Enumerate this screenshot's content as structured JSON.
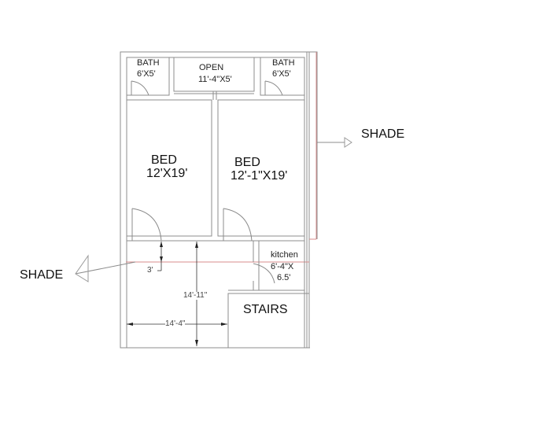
{
  "plan": {
    "rooms": {
      "bath_left": {
        "name": "BATH",
        "size": "6'X5'"
      },
      "open": {
        "name": "OPEN",
        "size": "11'-4\"X5'"
      },
      "bath_right": {
        "name": "BATH",
        "size": "6'X5'"
      },
      "bed_left": {
        "name": "BED",
        "size": "12'X19'"
      },
      "bed_right": {
        "name": "BED",
        "size": "12'-1\"X19'"
      },
      "kitchen": {
        "name": "kitchen",
        "size_line1": "6'-4\"X",
        "size_line2": "6.5'"
      },
      "stairs": {
        "name": "STAIRS"
      }
    },
    "annotations": {
      "shade_right": "SHADE",
      "shade_left": "SHADE"
    },
    "dimensions": {
      "door_gap": "3'",
      "hall_depth": "14'-11\"",
      "hall_width": "14'-4\""
    },
    "colors": {
      "wall": "#8c8c8c",
      "guide_line": "#d98c8c",
      "text": "#111111"
    }
  }
}
